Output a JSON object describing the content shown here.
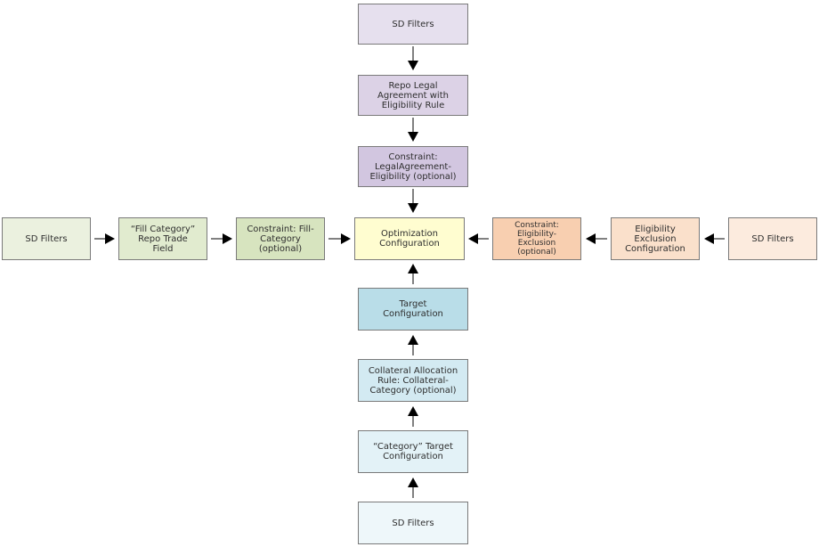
{
  "colors": {
    "purple_light": "#e6e0ee",
    "purple_mid": "#dcd2e6",
    "purple_dark": "#d2c6e0",
    "green_light": "#ebf1df",
    "green_mid": "#e1ebcf",
    "green_dark": "#d7e4bf",
    "yellow": "#fffdd0",
    "orange_dark": "#f8cfb0",
    "orange_mid": "#fae0cb",
    "orange_light": "#fcebde",
    "blue_dark": "#b9dde8",
    "blue_mid": "#d3eaf2",
    "blue_light": "#e3f2f7",
    "blue_lightest": "#eef7fa",
    "arrow": "#000000"
  },
  "nodes": {
    "top_sd_filters": "SD Filters",
    "repo_legal_agreement": "Repo Legal\nAgreement with\nEligibility  Rule",
    "constraint_legal_agreement": "Constraint:\nLegalAgreement-\nEligibility  (optional)",
    "optimization_configuration": "Optimization\nConfiguration",
    "left_sd_filters": "SD Filters",
    "fill_category_field": "“Fill Category”\nRepo Trade\nField",
    "constraint_fill_category": "Constraint: Fill-\nCategory\n(optional)",
    "constraint_eligibility_exclusion": "Constraint:\nEligibility-\nExclusion\n(optional)",
    "eligibility_exclusion_configuration": "Eligibility\nExclusion\nConfiguration",
    "right_sd_filters": "SD Filters",
    "target_configuration": "Target\nConfiguration",
    "collateral_allocation_rule": "Collateral Allocation\nRule:  Collateral-\nCategory (optional)",
    "category_target_configuration": "“Category” Target\nConfiguration",
    "bottom_sd_filters": "SD Filters"
  }
}
